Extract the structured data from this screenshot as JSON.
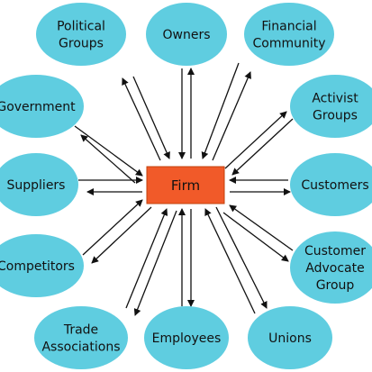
{
  "center": {
    "label": "Firm",
    "fill": "#f15a29",
    "stroke": "#c2410c"
  },
  "colors": {
    "node_fill": "#5fcde0",
    "arrow": "#111111",
    "background": "#ffffff"
  },
  "nodes": [
    {
      "id": "political-groups",
      "lines": [
        "Political",
        "Groups"
      ]
    },
    {
      "id": "owners",
      "lines": [
        "Owners"
      ]
    },
    {
      "id": "financial-community",
      "lines": [
        "Financial",
        "Community"
      ]
    },
    {
      "id": "government",
      "lines": [
        "Government"
      ]
    },
    {
      "id": "activist-groups",
      "lines": [
        "Activist",
        "Groups"
      ]
    },
    {
      "id": "suppliers",
      "lines": [
        "Suppliers"
      ]
    },
    {
      "id": "customers",
      "lines": [
        "Customers"
      ]
    },
    {
      "id": "competitors",
      "lines": [
        "Competitors"
      ]
    },
    {
      "id": "customer-advocate-group",
      "lines": [
        "Customer",
        "Advocate",
        "Group"
      ]
    },
    {
      "id": "trade-associations",
      "lines": [
        "Trade",
        "Associations"
      ]
    },
    {
      "id": "employees",
      "lines": [
        "Employees"
      ]
    },
    {
      "id": "unions",
      "lines": [
        "Unions"
      ]
    }
  ]
}
